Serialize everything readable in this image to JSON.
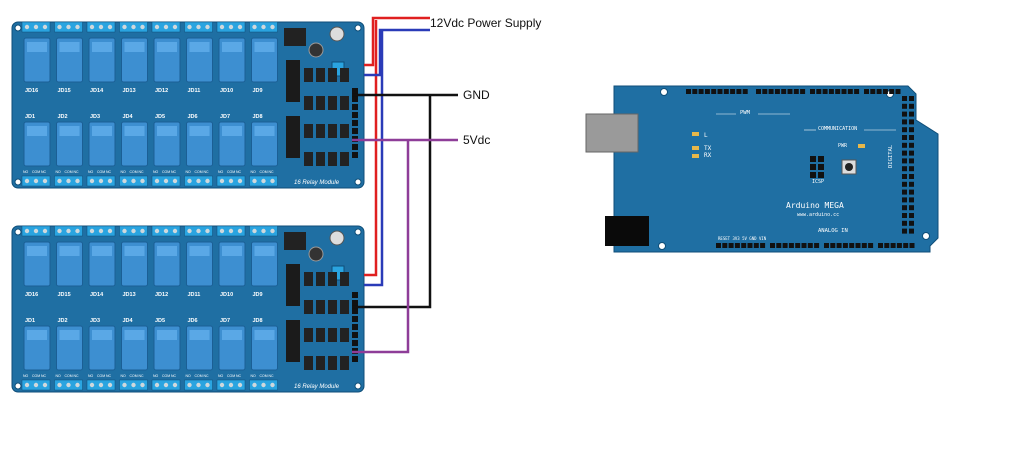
{
  "labels": {
    "power": "12Vdc Power Supply",
    "gnd": "GND",
    "v5": "5Vdc"
  },
  "relay_module": {
    "title": "16 Relay Module",
    "top_row": [
      "JD16",
      "JD15",
      "JD14",
      "JD13",
      "JD12",
      "JD11",
      "JD10",
      "JD9"
    ],
    "bottom_row": [
      "JD1",
      "JD2",
      "JD3",
      "JD4",
      "JD5",
      "JD6",
      "JD7",
      "JD8"
    ],
    "terminal_labels": [
      "NO",
      "COM",
      "NC"
    ]
  },
  "arduino": {
    "name": "Arduino MEGA",
    "url": "www.arduino.cc",
    "pwm": "PWM",
    "communication": "COMMUNICATION",
    "digital": "DIGITAL",
    "analog_in": "ANALOG IN",
    "icsp": "ICSP",
    "pwr": "PWR",
    "led_l": "L",
    "led_tx": "TX",
    "led_rx": "RX",
    "power_pins": "RESET 3V3 5V GND VIN"
  },
  "colors": {
    "board": "#1f6fa3",
    "relay": "#3d8fd1",
    "wire_red": "#e02020",
    "wire_blue": "#2a3bb8",
    "wire_black": "#111111",
    "wire_purple": "#8e3d98"
  }
}
